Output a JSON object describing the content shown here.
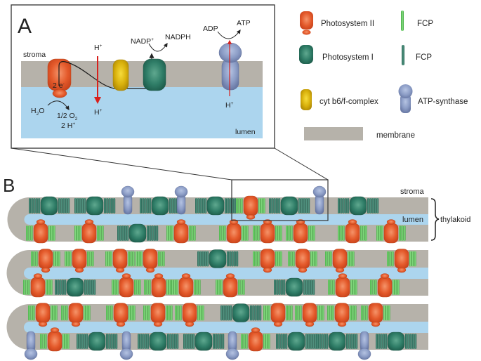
{
  "panel_a": {
    "letter": "A",
    "stroma_label": "stroma",
    "lumen_label": "lumen",
    "h_plus_top": "H",
    "h_plus_bottom": "H",
    "h_plus_atp": "H",
    "sup_plus": "+",
    "sup_minus": "-",
    "two_e": "2 e",
    "h2o": "H",
    "h2o_sub": "2",
    "h2o_tail": "O",
    "half_o2": "1/2 O",
    "half_o2_sub": "2",
    "two_h": "2 H",
    "nadp": "NADP",
    "nadph": "NADPH",
    "adp": "ADP",
    "atp": "ATP"
  },
  "legend": {
    "items": [
      {
        "key": "psii",
        "label": "Photosystem II"
      },
      {
        "key": "fcp_light",
        "label": "FCP"
      },
      {
        "key": "psi",
        "label": "Photosystem I"
      },
      {
        "key": "fcp_dark",
        "label": "FCP"
      },
      {
        "key": "cytb6f",
        "label": "cyt b6/f-complex"
      },
      {
        "key": "atpsynthase",
        "label": "ATP-synthase"
      },
      {
        "key": "membrane",
        "label": "membrane"
      }
    ]
  },
  "panel_b": {
    "letter": "B",
    "stroma_label": "stroma",
    "lumen_label": "lumen",
    "thylakoid_label": "thylakoid",
    "rows": [
      {
        "name": "stack1-top",
        "items": [
          [
            "psi",
            70
          ],
          [
            "psi",
            135
          ],
          [
            "atp_up",
            182
          ],
          [
            "psi",
            228
          ],
          [
            "atp_up",
            258
          ],
          [
            "psi",
            307
          ],
          [
            "psii",
            357
          ],
          [
            "psi",
            412
          ],
          [
            "atp_up",
            455
          ],
          [
            "psi",
            510
          ]
        ]
      },
      {
        "name": "stack1-bottom",
        "items": [
          [
            "psii_down",
            58
          ],
          [
            "psii_down",
            127
          ],
          [
            "psi",
            196
          ],
          [
            "psii_down",
            258
          ],
          [
            "psii_down",
            333
          ],
          [
            "psii_down",
            381
          ],
          [
            "psii_down",
            428
          ],
          [
            "psii_down",
            502
          ],
          [
            "psii_down",
            557
          ]
        ]
      },
      {
        "name": "stack2-top",
        "items": [
          [
            "psii_up",
            65
          ],
          [
            "psii_up",
            113
          ],
          [
            "psii_up",
            171
          ],
          [
            "psii_up",
            214
          ],
          [
            "psi",
            310
          ],
          [
            "psii_up",
            381
          ],
          [
            "psii_up",
            431
          ],
          [
            "psii_up",
            484
          ],
          [
            "psii_up",
            572
          ]
        ]
      },
      {
        "name": "stack2-bottom",
        "items": [
          [
            "psii_down",
            54
          ],
          [
            "psi",
            107
          ],
          [
            "psii_down",
            180
          ],
          [
            "psii_down",
            226
          ],
          [
            "psii_down",
            265
          ],
          [
            "psii_down",
            328
          ],
          [
            "psi",
            419
          ],
          [
            "psii_down",
            488
          ],
          [
            "psii_down",
            548
          ]
        ]
      },
      {
        "name": "stack3-top",
        "items": [
          [
            "psii_up",
            61
          ],
          [
            "psii_up",
            108
          ],
          [
            "psii_up",
            172
          ],
          [
            "psii_up",
            225
          ],
          [
            "psii_up",
            270
          ],
          [
            "psi",
            343
          ],
          [
            "psii_up",
            396
          ],
          [
            "psii_up",
            441
          ],
          [
            "psii_up",
            487
          ],
          [
            "psii_up",
            535
          ]
        ]
      },
      {
        "name": "stack3-bottom",
        "items": [
          [
            "atp_down",
            44
          ],
          [
            "psii_down",
            78
          ],
          [
            "psi",
            138
          ],
          [
            "atp_down",
            180
          ],
          [
            "psi",
            225
          ],
          [
            "psi",
            290
          ],
          [
            "atp_down",
            331
          ],
          [
            "psii_down",
            364
          ],
          [
            "psi",
            422
          ],
          [
            "psi",
            480
          ],
          [
            "atp_down",
            519
          ],
          [
            "psi",
            564
          ]
        ]
      }
    ]
  },
  "colors": {
    "psii": "#e2582a",
    "psi": "#2e7e68",
    "fcp_light": "#5cc45a",
    "fcp_dark": "#2d7a66",
    "cytb6f": "#d8b00a",
    "atpsynthase": "#8a9cc4",
    "membrane": "#b6b2aa",
    "lumen": "#acd5ee",
    "arrow_red": "#d8201c"
  }
}
